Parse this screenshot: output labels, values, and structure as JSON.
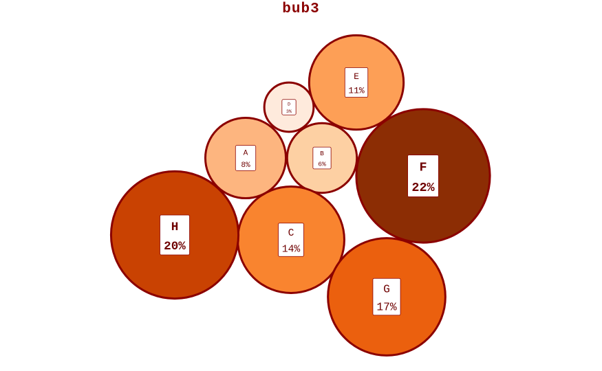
{
  "chart_data": {
    "type": "bubble",
    "title": "bub3",
    "bubbles": [
      {
        "label": "A",
        "value": 8,
        "value_label": "8%",
        "color": "#fdb57f"
      },
      {
        "label": "B",
        "value": 6,
        "value_label": "6%",
        "color": "#fdd0a3"
      },
      {
        "label": "C",
        "value": 14,
        "value_label": "14%",
        "color": "#f9842f"
      },
      {
        "label": "D",
        "value": 3,
        "value_label": "3%",
        "color": "#feeadc"
      },
      {
        "label": "E",
        "value": 11,
        "value_label": "11%",
        "color": "#fd9f56"
      },
      {
        "label": "F",
        "value": 22,
        "value_label": "22%",
        "color": "#8c2d04"
      },
      {
        "label": "G",
        "value": 17,
        "value_label": "17%",
        "color": "#eb600e"
      },
      {
        "label": "H",
        "value": 20,
        "value_label": "20%",
        "color": "#c94202"
      }
    ],
    "stroke_color": "#8b0000"
  }
}
